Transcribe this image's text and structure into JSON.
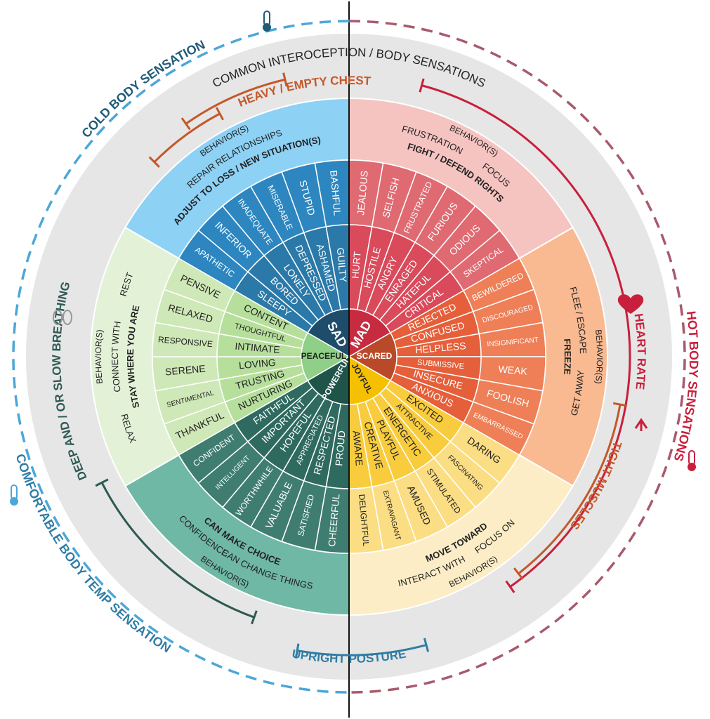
{
  "title": "COMMON INTEROCEPTION / BODY SENSATIONS",
  "colors": {
    "outer_ring": "#e6e6e6",
    "sad": {
      "core": "#1e4d6b",
      "mid": "#2a79a8",
      "outer": "#2d86bf",
      "behavior": "#8dd1f5"
    },
    "mad": {
      "core": "#c72b3f",
      "mid": "#d94a5b",
      "outer": "#e06a72",
      "behavior": "#f5c4c1"
    },
    "scared": {
      "core": "#b84a2a",
      "mid": "#e55f3a",
      "outer": "#ee7f57",
      "behavior": "#f9b991"
    },
    "joyful": {
      "core": "#f5c000",
      "mid": "#f8cc3c",
      "outer": "#fbdd83",
      "behavior": "#fcedc6"
    },
    "powerful": {
      "core": "#1f5448",
      "mid": "#2e6a5f",
      "outer": "#3f7d70",
      "behavior": "#6fb8a5"
    },
    "peaceful": {
      "core": "#8fcf87",
      "mid": "#b7df9c",
      "outer": "#cfe8b7",
      "behavior": "#e3f2d7"
    },
    "cold": "#1f5c78",
    "cold_dash": "#4ba7d8",
    "hot": "#c91f3c",
    "hot_dash": "#a85a6c",
    "heavy": "#c4582a",
    "breath": "#2d5a52",
    "posture": "#2f7da6"
  },
  "emotions": [
    {
      "key": "sad",
      "label": "SAD",
      "mid": [
        "SLEEPY",
        "BORED",
        "LONELY",
        "DEPRESSED",
        "ASHAMED",
        "GUILTY"
      ],
      "outer": [
        "APATHETIC",
        "INFERIOR",
        "INADEQUATE",
        "MISERABLE",
        "STUPID",
        "BASHFUL"
      ],
      "behavior_heading": "ADJUST TO LOSS / NEW SITUATION(S)",
      "behavior_lines": [
        "REPAIR RELATIONSHIPS"
      ]
    },
    {
      "key": "mad",
      "label": "MAD",
      "mid": [
        "HURT",
        "HOSTILE",
        "ANGRY",
        "ENRAGED",
        "HATEFUL",
        "CRITICAL"
      ],
      "outer": [
        "JEALOUS",
        "SELFISH",
        "FRUSTRATED",
        "FURIOUS",
        "ODIOUS",
        "SKEPTICAL"
      ],
      "behavior_heading": "FIGHT / DEFEND RIGHTS",
      "behavior_lines": [
        "FRUSTRATION",
        "FOCUS"
      ]
    },
    {
      "key": "scared",
      "label": "SCARED",
      "mid": [
        "REJECTED",
        "CONFUSED",
        "HELPLESS",
        "SUBMISSIVE",
        "INSECURE",
        "ANXIOUS"
      ],
      "outer": [
        "BEWILDERED",
        "DISCOURAGED",
        "INSIGNIFICANT",
        "WEAK",
        "FOOLISH",
        "EMBARRASSED"
      ],
      "behavior_heading": "FREEZE",
      "behavior_lines": [
        "FLEE / ESCAPE",
        "GET AWAY"
      ]
    },
    {
      "key": "joyful",
      "label": "JOYFUL",
      "mid": [
        "EXCITED",
        "ATTRACTIVE",
        "ENERGETIC",
        "PLAYFUL",
        "CREATIVE",
        "AWARE"
      ],
      "outer": [
        "DARING",
        "FASCINATING",
        "STIMULATED",
        "AMUSED",
        "EXTRAVAGANT",
        "DELIGHTFUL"
      ],
      "behavior_heading": "MOVE TOWARD",
      "behavior_lines": [
        "FOCUS ON",
        "INTERACT WITH"
      ]
    },
    {
      "key": "powerful",
      "label": "POWERFUL",
      "mid": [
        "PROUD",
        "RESPECTED",
        "APPRECIATED",
        "HOPEFUL",
        "IMPORTANT",
        "FAITHFUL"
      ],
      "outer": [
        "CHEERFUL",
        "SATISFIED",
        "VALUABLE",
        "WORTHWHILE",
        "INTELLIGENT",
        "CONFIDENT"
      ],
      "behavior_heading": "CAN MAKE CHOICE",
      "behavior_lines": [
        "CAN CHANGE THINGS",
        "CONFIDENCE"
      ]
    },
    {
      "key": "peaceful",
      "label": "PEACEFUL",
      "mid": [
        "NURTURING",
        "TRUSTING",
        "LOVING",
        "INTIMATE",
        "THOUGHTFUL",
        "CONTENT"
      ],
      "outer": [
        "THANKFUL",
        "SENTIMENTAL",
        "SERENE",
        "RESPONSIVE",
        "RELAXED",
        "PENSIVE"
      ],
      "behavior_heading": "STAY WHERE YOU ARE",
      "behavior_lines": [
        "RELAX",
        "CONNECT WITH",
        "REST"
      ]
    }
  ],
  "behavior_tag": "BEHAVIOR(S)",
  "sensations": {
    "cold": "COLD BODY SENSATION",
    "hot": "HOT BODY SENSATIONS",
    "comfortable": "COMFORTABLE BODY TEMP SENSATION",
    "heavy": "HEAVY / EMPTY CHEST",
    "breathing": "DEEP AND / OR SLOW BREATHING",
    "heart": "HEART RATE",
    "muscles": "TIGHT MUSCLES",
    "posture": "UPRIGHT POSTURE"
  },
  "icons": {
    "thermometer": "thermometer-icon",
    "heart": "heart-icon",
    "lungs": "lungs-icon",
    "arrow": "arrow-up-icon"
  }
}
